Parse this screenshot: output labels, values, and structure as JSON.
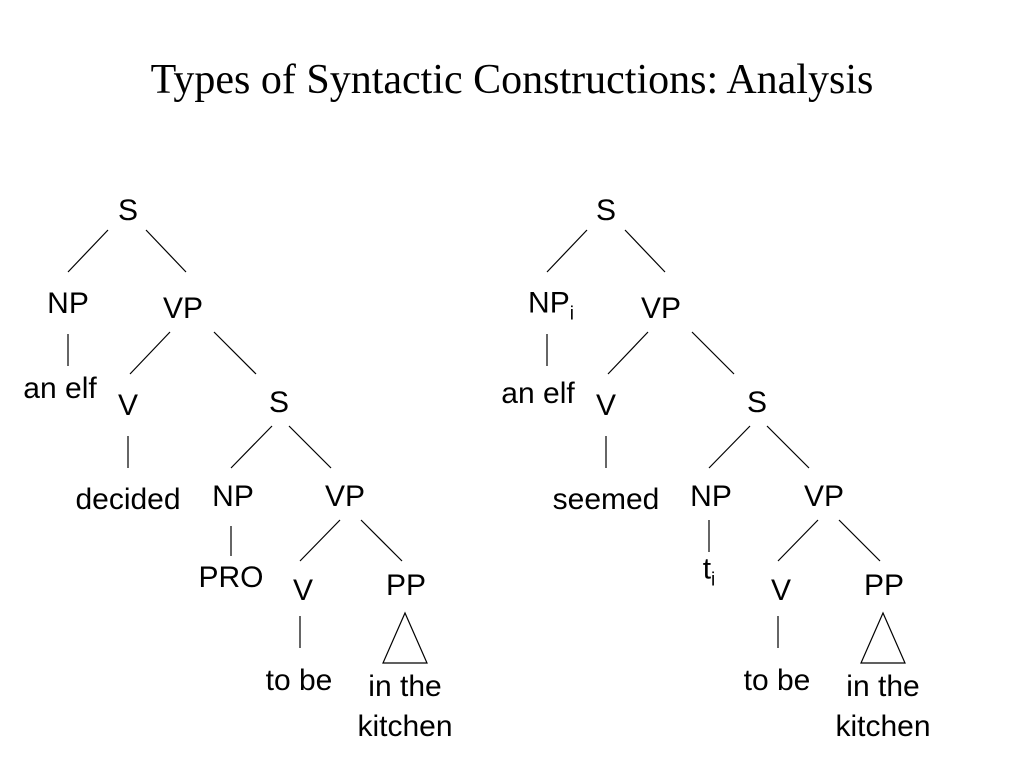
{
  "title": "Types of Syntactic Constructions: Analysis",
  "trees": {
    "left": {
      "s1": "S",
      "np1": "NP",
      "vp1": "VP",
      "subj": "an elf",
      "v1": "V",
      "s2": "S",
      "verb": "decided",
      "np2": "NP",
      "vp2": "VP",
      "np2_term": "PRO",
      "v2": "V",
      "pp": "PP",
      "v2_term": "to be",
      "pp_term_line1": "in the",
      "pp_term_line2": "kitchen"
    },
    "right": {
      "s1": "S",
      "np1": "NP",
      "np1_index": "i",
      "vp1": "VP",
      "subj": "an elf",
      "v1": "V",
      "s2": "S",
      "verb": "seemed",
      "np2": "NP",
      "vp2": "VP",
      "trace": "t",
      "trace_index": "i",
      "v2": "V",
      "pp": "PP",
      "v2_term": "to be",
      "pp_term_line1": "in the",
      "pp_term_line2": "kitchen"
    }
  }
}
